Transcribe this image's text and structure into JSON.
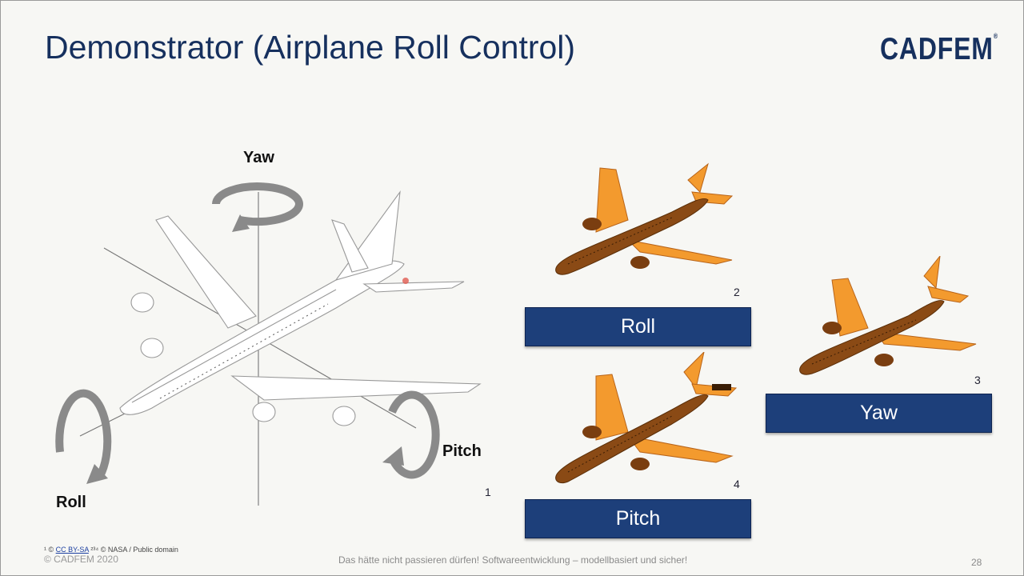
{
  "slide": {
    "title": "Demonstrator (Airplane Roll Control)",
    "logo": "CADFEM",
    "logo_mark": "®",
    "page_number": "28"
  },
  "diagram": {
    "yaw_label": "Yaw",
    "pitch_label": "Pitch",
    "roll_label": "Roll",
    "footnote_marker": "1"
  },
  "demos": {
    "roll": {
      "label": "Roll",
      "ref": "2"
    },
    "yaw": {
      "label": "Yaw",
      "ref": "3"
    },
    "pitch": {
      "label": "Pitch",
      "ref": "4"
    }
  },
  "colors": {
    "title": "#16305e",
    "button": "#1d3f7a",
    "plane_orange": "#f39a2e",
    "plane_brown": "#8a4a15"
  },
  "footer": {
    "credits_prefix": "¹ © ",
    "credits_link": "CC BY-SA",
    "credits_suffix": " ²³⁴ © NASA / Public domain",
    "copyright": "© CADFEM 2020",
    "center": "Das hätte nicht passieren dürfen! Softwareentwicklung – modellbasiert und sicher!"
  }
}
